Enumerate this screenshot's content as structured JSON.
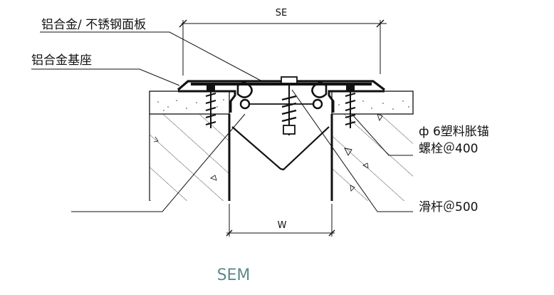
{
  "labels": {
    "panel": "铝合金/ 不锈钢面板",
    "base": "铝合金基座",
    "anchor_line1": "ф 6塑料胀锚",
    "anchor_line2": "螺栓＠400",
    "slide_bar": "滑杆＠500"
  },
  "dimensions": {
    "top": "SE",
    "bottom": "W"
  },
  "caption": "SEM",
  "colors": {
    "line": "#111111",
    "caption": "#5d8a8c"
  }
}
